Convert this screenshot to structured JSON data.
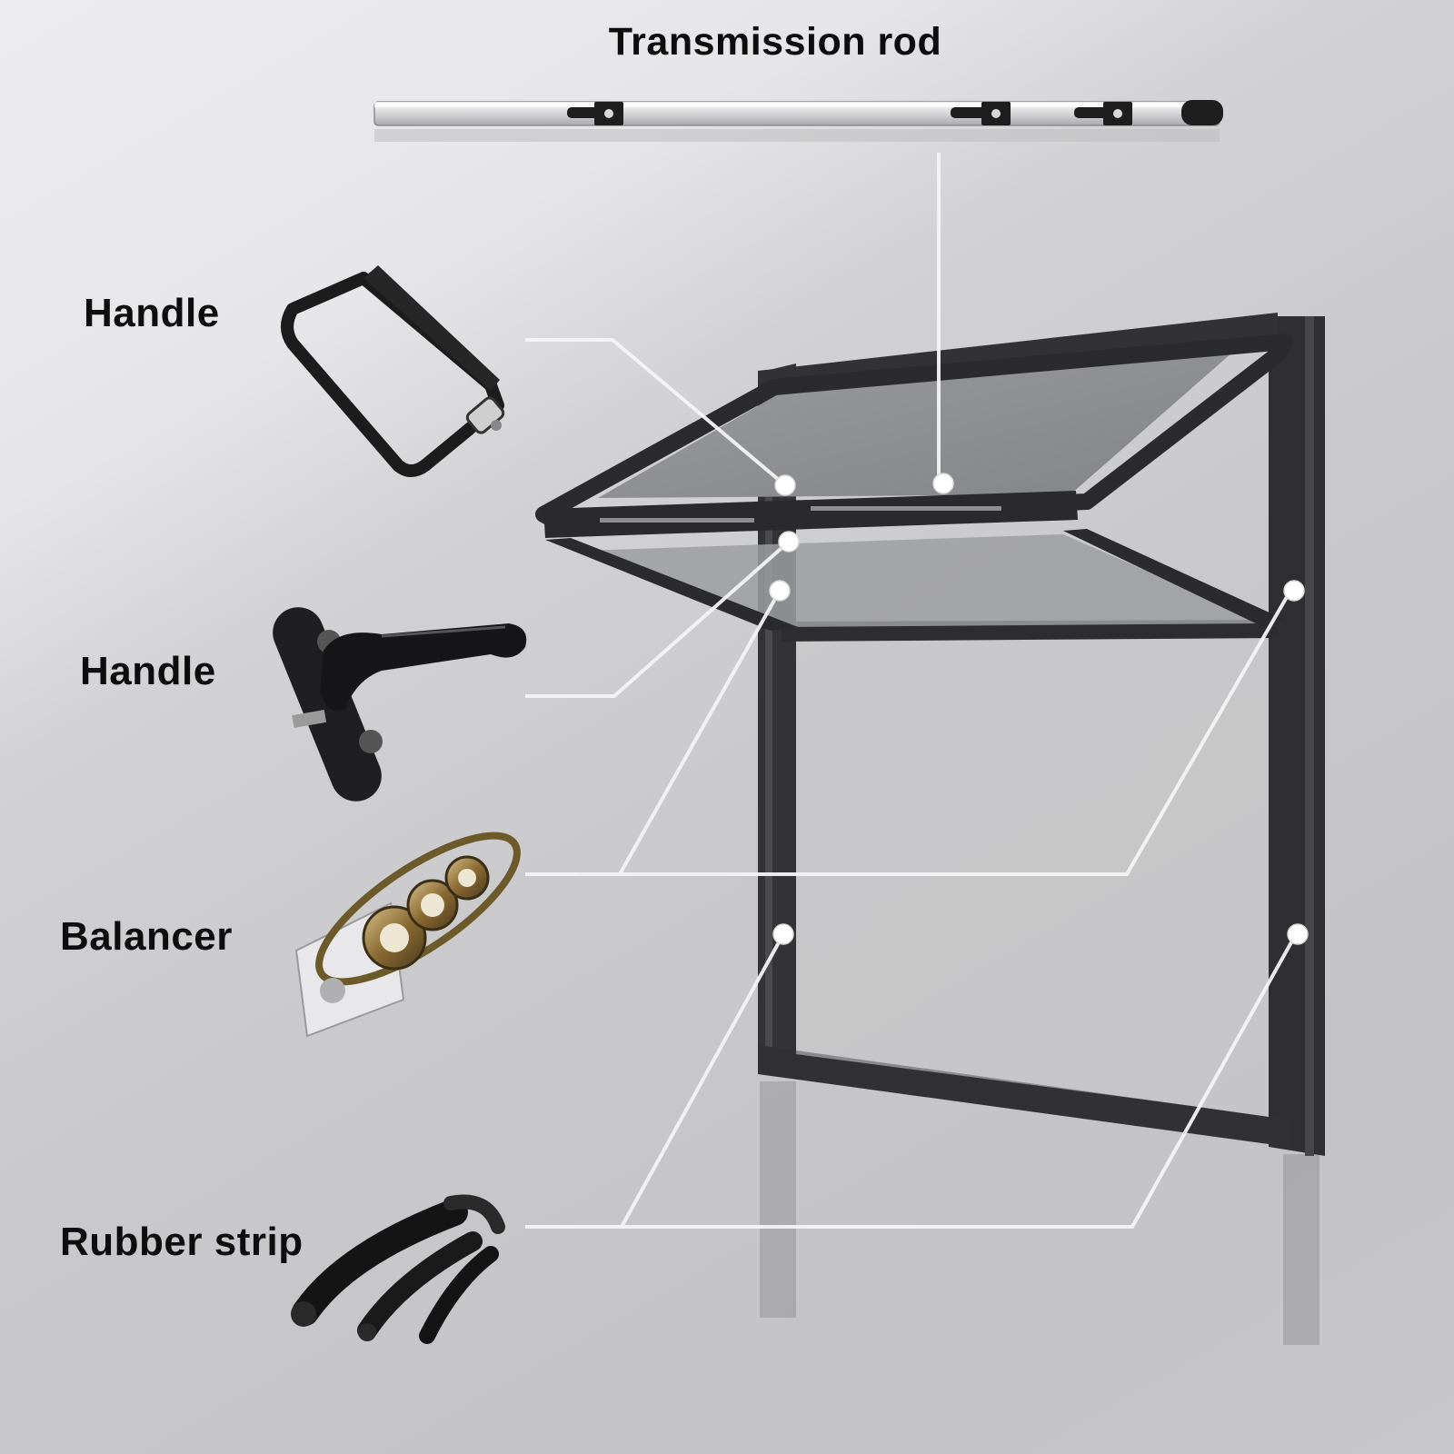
{
  "diagram": {
    "labels": {
      "transmission_rod": "Transmission rod",
      "handle_top": "Handle",
      "handle_lever": "Handle",
      "balancer": "Balancer",
      "rubber_strip": "Rubber strip"
    },
    "colors": {
      "frame": "#2f2f31",
      "glass": "#8c8d90",
      "leader_line": "#f4f4f4",
      "marker": "#ffffff",
      "text": "#0d0d0d"
    }
  }
}
